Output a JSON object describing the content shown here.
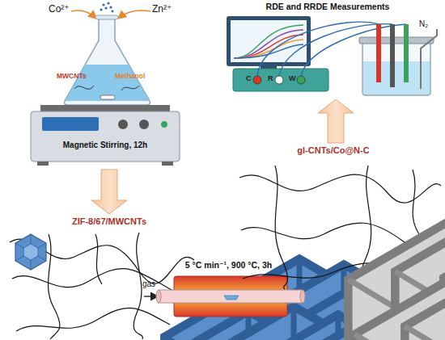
{
  "diagram": {
    "nodes": [
      {
        "text": [
          "Magnetic Stirring, 12h"
        ]
      },
      {
        "text": [
          "ZIF-8/67/MWCNTs"
        ]
      },
      {
        "text": [
          "5 °C min⁻¹, 900 °C, 3h"
        ]
      },
      {
        "text": [
          "gl-CNTs/Co@N-C"
        ]
      },
      {
        "text": [
          "RDE and RRDE Measurements"
        ]
      }
    ],
    "edges": [
      {
        "from": 0,
        "to": 1,
        "arrow": "to"
      },
      {
        "from": 3,
        "to": 4,
        "arrow": "to"
      }
    ],
    "labels": [
      "Co²⁺",
      "Zn²⁺",
      "MWCNTs",
      "Methanol",
      "gas",
      "C",
      "R",
      "W",
      "N₂"
    ]
  }
}
